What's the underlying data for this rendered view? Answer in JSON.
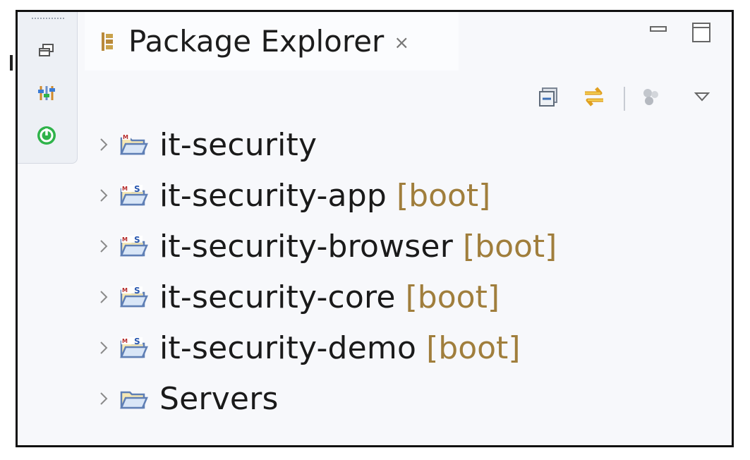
{
  "view": {
    "title": "Package Explorer",
    "close_glyph": "⨯"
  },
  "icons": {
    "trim": [
      "restore-icon",
      "git-staging-icon",
      "spring-boot-dashboard-icon"
    ],
    "window": [
      "minimize-icon",
      "maximize-icon"
    ],
    "toolbar": [
      "collapse-all-icon",
      "link-with-editor-icon",
      "filters-icon",
      "view-menu-icon"
    ]
  },
  "colors": {
    "decoration": "#a07e3c",
    "text": "#1a1a1a",
    "spring_green": "#2fb34a"
  },
  "tree": [
    {
      "name": "it-security",
      "decoration": "",
      "icon": "maven-project-icon"
    },
    {
      "name": "it-security-app",
      "decoration": "[boot]",
      "icon": "spring-boot-project-icon"
    },
    {
      "name": "it-security-browser",
      "decoration": "[boot]",
      "icon": "spring-boot-project-icon"
    },
    {
      "name": "it-security-core",
      "decoration": "[boot]",
      "icon": "spring-boot-project-icon"
    },
    {
      "name": "it-security-demo",
      "decoration": "[boot]",
      "icon": "spring-boot-project-icon"
    },
    {
      "name": "Servers",
      "decoration": "",
      "icon": "folder-icon"
    }
  ]
}
